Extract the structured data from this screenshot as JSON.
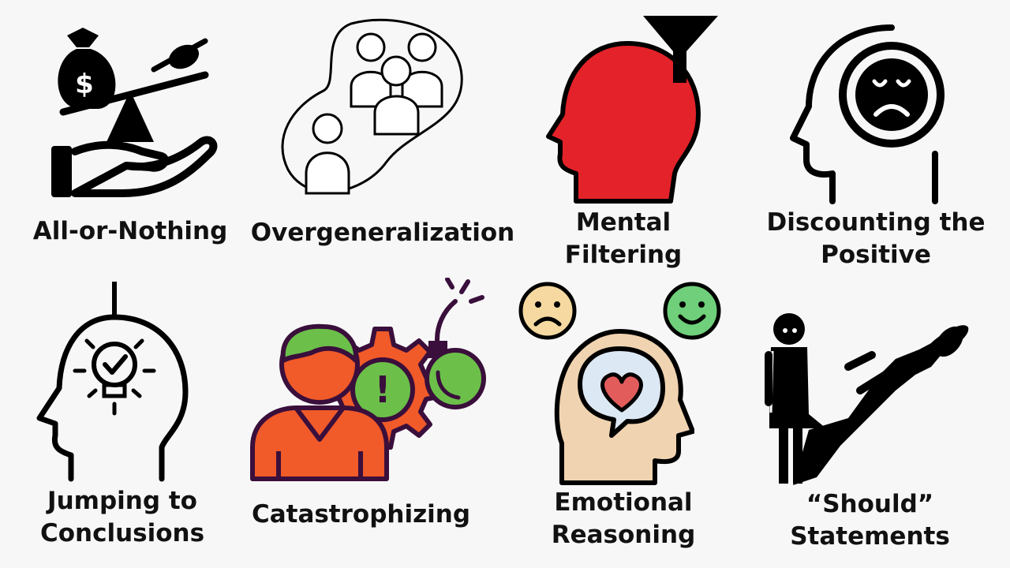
{
  "cards": [
    {
      "id": "all-or-nothing",
      "lines": [
        "All-or-Nothing"
      ],
      "icon": "balance-scale-hand-icon"
    },
    {
      "id": "overgeneralization",
      "lines": [
        "Overgeneralization"
      ],
      "icon": "people-group-icon"
    },
    {
      "id": "mental-filtering",
      "lines": [
        "Mental",
        "Filtering"
      ],
      "icon": "head-funnel-icon"
    },
    {
      "id": "discounting-positive",
      "lines": [
        "Discounting the",
        "Positive"
      ],
      "icon": "head-sad-face-icon"
    },
    {
      "id": "jumping-conclusions",
      "lines": [
        "Jumping to",
        "Conclusions"
      ],
      "icon": "head-lightbulb-icon"
    },
    {
      "id": "catastrophizing",
      "lines": [
        "Catastrophizing"
      ],
      "icon": "person-gear-bomb-icon"
    },
    {
      "id": "emotional-reasoning",
      "lines": [
        "Emotional",
        "Reasoning"
      ],
      "icon": "head-heart-faces-icon"
    },
    {
      "id": "should-statements",
      "lines": [
        "“Should”",
        "Statements"
      ],
      "icon": "person-shadow-icon"
    }
  ],
  "icon_symbols": {
    "dollar": "$",
    "exclamation": "!"
  },
  "colors": {
    "background": "#f7f7f8",
    "outline": "#000000",
    "red": "#e42229",
    "orange": "#f15a29",
    "green": "#6cc04a",
    "dark_purple": "#3a0f3b",
    "sad_face": "#f5d9a0",
    "happy_face": "#6fcf7a",
    "skin": "#f0d3b0",
    "brain": "#dde8f5",
    "heart": "#e25c5c"
  }
}
